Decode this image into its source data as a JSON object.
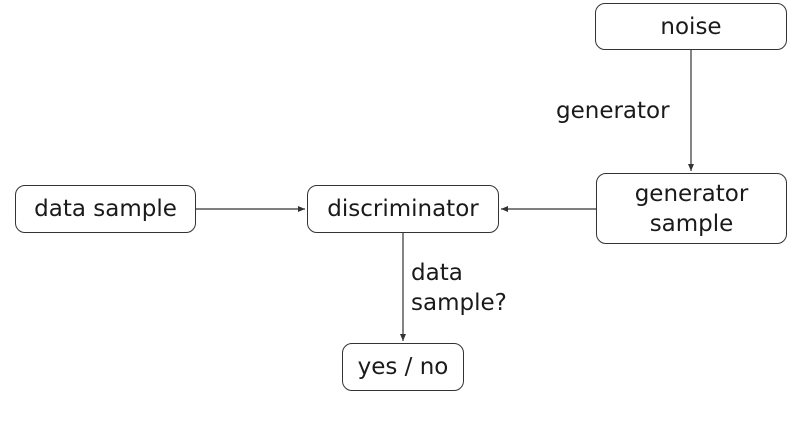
{
  "nodes": {
    "noise": "noise",
    "data_sample": "data sample",
    "discriminator": "discriminator",
    "generator_sample": [
      "generator",
      "sample"
    ],
    "yes_no": "yes / no"
  },
  "edge_labels": {
    "noise_to_generator_sample": "generator",
    "discriminator_to_yes_no": [
      "data",
      "sample?"
    ]
  }
}
